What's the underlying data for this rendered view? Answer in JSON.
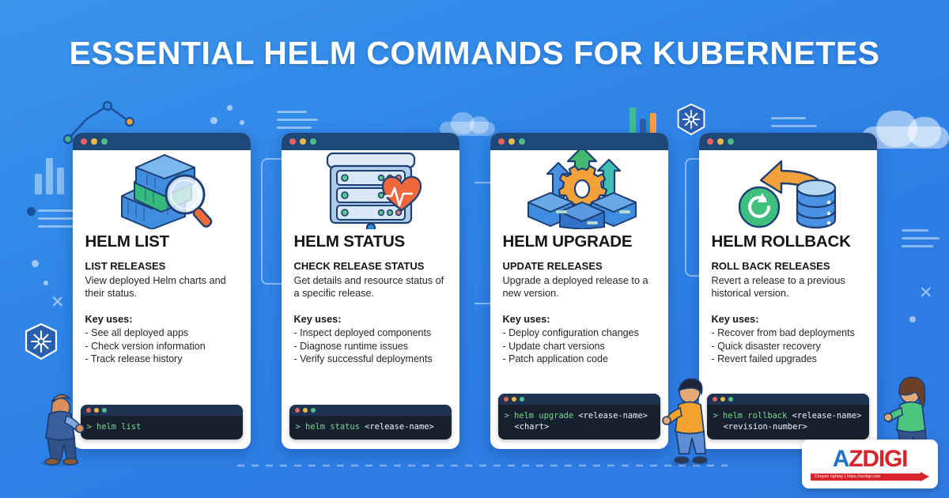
{
  "page": {
    "title": "ESSENTIAL HELM COMMANDS FOR KUBERNETES",
    "background_color": "#2f86e8",
    "card_background": "#ffffff",
    "terminal_background": "#17202e",
    "terminal_prompt_color": "#7ad98e",
    "accent_dark_blue": "#1e4878"
  },
  "cards": [
    {
      "command": "HELM LIST",
      "subtitle": "LIST RELEASES",
      "description": "View deployed Helm charts and their status.",
      "key_uses_label": "Key uses:",
      "key_uses": [
        "- See all deployed apps",
        "- Check version information",
        "- Track release history"
      ],
      "terminal": {
        "prompt": ">",
        "command": "helm list",
        "arg": "",
        "line2": ""
      },
      "illustration": "containers-magnifier-icon"
    },
    {
      "command": "HELM STATUS",
      "subtitle": "CHECK RELEASE STATUS",
      "description": "Get details and resource status of a specific release.",
      "key_uses_label": "Key uses:",
      "key_uses": [
        "- Inspect deployed components",
        "- Diagnose runtime issues",
        "- Verify successful deployments"
      ],
      "terminal": {
        "prompt": ">",
        "command": "helm status",
        "arg": "<release-name>",
        "line2": ""
      },
      "illustration": "server-rack-heartbeat-icon"
    },
    {
      "command": "HELM UPGRADE",
      "subtitle": "UPDATE RELEASES",
      "description": "Upgrade a deployed release to a new version.",
      "key_uses_label": "Key uses:",
      "key_uses": [
        "- Deploy configuration changes",
        "- Update chart versions",
        "- Patch application code"
      ],
      "terminal": {
        "prompt": ">",
        "command": "helm upgrade",
        "arg": "<release-name>",
        "line2": "<chart>"
      },
      "illustration": "up-arrows-gear-icon"
    },
    {
      "command": "HELM ROLLBACK",
      "subtitle": "ROLL BACK RELEASES",
      "description": "Revert a release to a previous historical version.",
      "key_uses_label": "Key uses:",
      "key_uses": [
        "- Recover from bad deployments",
        "- Quick disaster recovery",
        "- Revert failed upgrades"
      ],
      "terminal": {
        "prompt": ">",
        "command": "helm rollback",
        "arg": "<release-name>",
        "line2": "<revision-number>"
      },
      "illustration": "undo-arrow-database-icon"
    }
  ],
  "logo": {
    "part_a": "A",
    "part_z": "Z",
    "part_digi": "DIGI",
    "tagline": "Chuyen nghiep | https://azdigi.com"
  }
}
